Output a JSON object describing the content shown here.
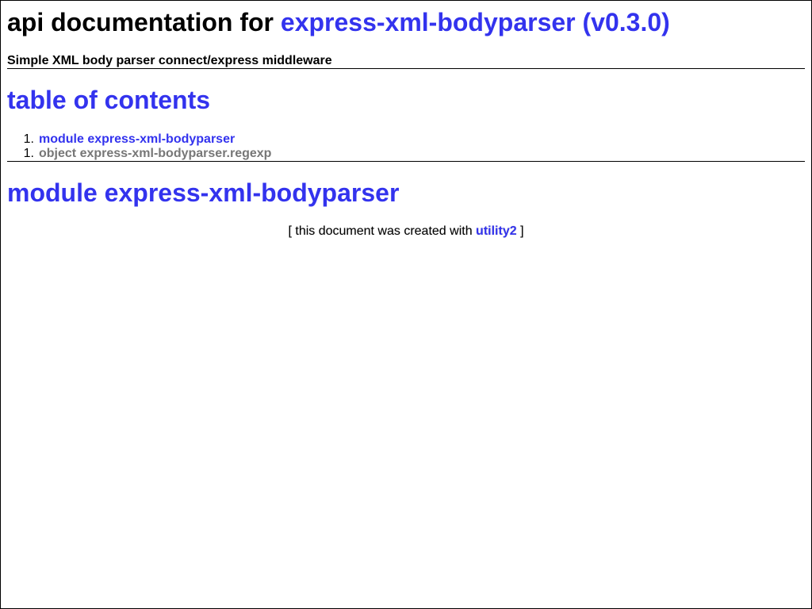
{
  "header": {
    "title_prefix": "api documentation for",
    "package_link": "express-xml-bodyparser (v0.3.0)",
    "subtitle": "Simple XML body parser connect/express middleware"
  },
  "toc": {
    "title": "table of contents",
    "items": [
      {
        "number": "1.",
        "label": "module express-xml-bodyparser",
        "children": [
          {
            "number": "1.",
            "label": "object express-xml-bodyparser.regexp"
          }
        ]
      }
    ]
  },
  "module": {
    "title": "module express-xml-bodyparser"
  },
  "footer": {
    "prefix": "[ this document was created with",
    "link": "utility2",
    "suffix": "]"
  },
  "colors": {
    "link": "#3333ee",
    "muted_link": "#777777",
    "text": "#000000"
  }
}
